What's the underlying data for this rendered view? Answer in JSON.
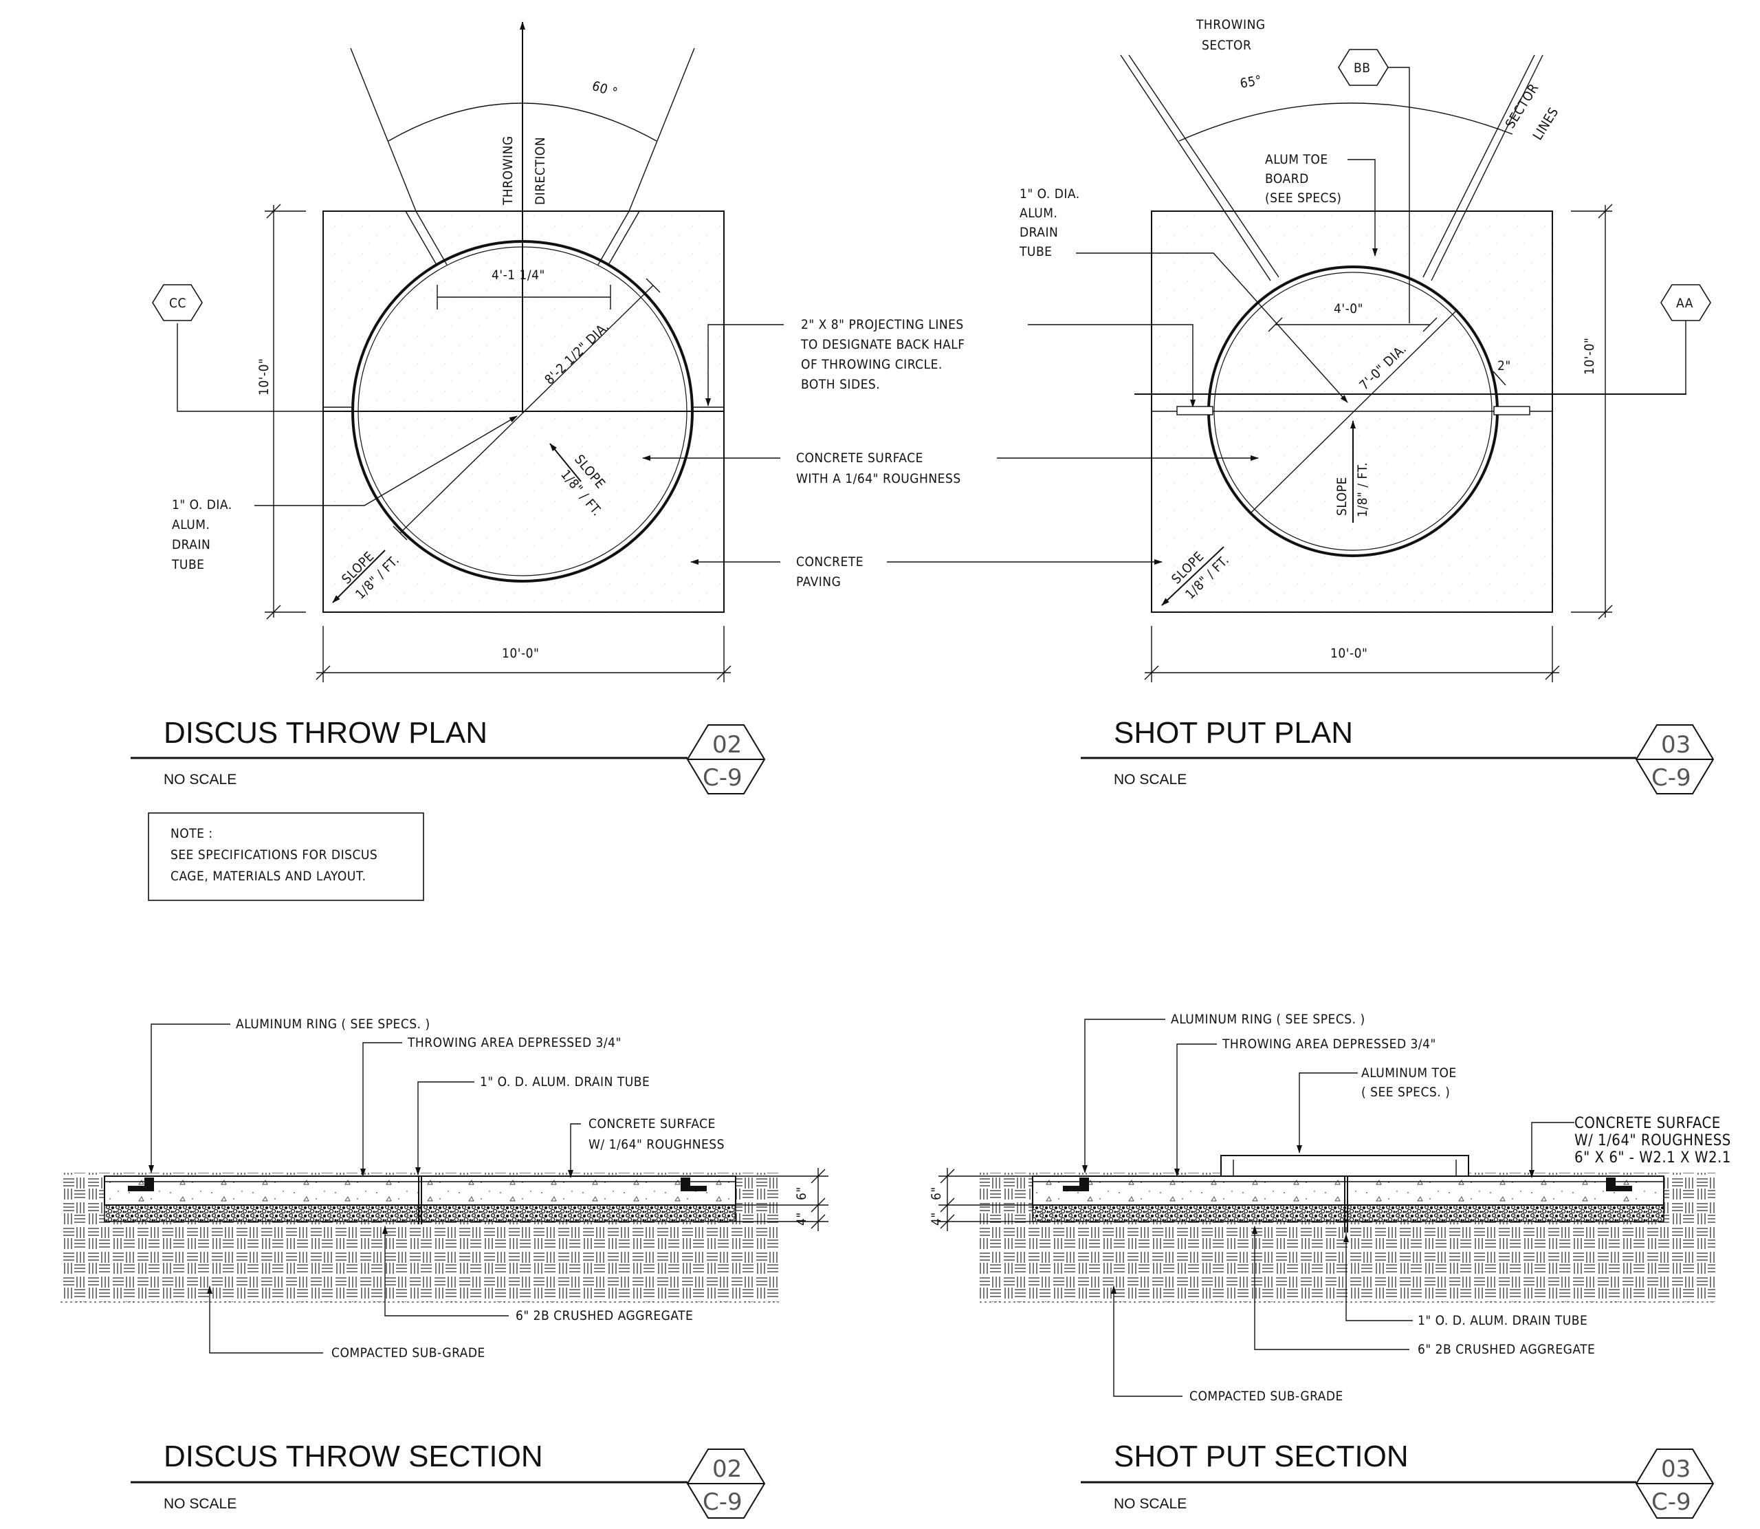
{
  "drawings": {
    "discus_plan": {
      "title": "DISCUS THROW PLAN",
      "scale": "NO SCALE",
      "detail_no": "02",
      "sheet_no": "C-9",
      "angle": "60 °",
      "dir_label_1": "THROWING",
      "dir_label_2": "DIRECTION",
      "width_dim": "4'-1 1/4\"",
      "dia_dim": "8'-2 1/2\" DIA.",
      "height_dim": "10'-0\"",
      "bottom_dim": "10'-0\"",
      "section_tag": "CC",
      "slope_a_1": "SLOPE",
      "slope_a_2": "1/8\" / FT.",
      "slope_b_1": "SLOPE",
      "slope_b_2": "1/8\" / FT.",
      "drain_1": "1\" O. DIA.",
      "drain_2": "ALUM.",
      "drain_3": "DRAIN",
      "drain_4": "TUBE"
    },
    "shared_callouts": {
      "proj_1": "2\" X 8\" PROJECTING LINES",
      "proj_2": "TO DESIGNATE BACK HALF",
      "proj_3": "OF THROWING CIRCLE.",
      "proj_4": "BOTH SIDES.",
      "surface_1": "CONCRETE SURFACE",
      "surface_2": "WITH A 1/64\" ROUGHNESS",
      "paving_1": "CONCRETE",
      "paving_2": "PAVING"
    },
    "shot_plan": {
      "title": "SHOT PUT PLAN",
      "scale": "NO SCALE",
      "detail_no": "03",
      "sheet_no": "C-9",
      "sector_1": "THROWING",
      "sector_2": "SECTOR",
      "angle": "65°",
      "section_tag_top": "BB",
      "sector_lines_1": "SECTOR",
      "sector_lines_2": "LINES",
      "toe_1": "ALUM TOE",
      "toe_2": "BOARD",
      "toe_3": "(SEE SPECS)",
      "drain_1": "1\" O. DIA.",
      "drain_2": "ALUM.",
      "drain_3": "DRAIN",
      "drain_4": "TUBE",
      "width_dim": "4'-0\"",
      "dia_dim": "7'-0\" DIA.",
      "rim_dim": "2\"",
      "section_tag_side": "AA",
      "height_dim": "10'-0\"",
      "bottom_dim": "10'-0\"",
      "slope_a_1": "SLOPE",
      "slope_a_2": "1/8\" / FT.",
      "slope_b_1": "SLOPE",
      "slope_b_2": "1/8\" / FT."
    },
    "note": {
      "heading": "NOTE :",
      "line_1": "SEE SPECIFICATIONS FOR DISCUS",
      "line_2": "CAGE, MATERIALS AND LAYOUT."
    },
    "discus_section": {
      "title": "DISCUS THROW SECTION",
      "scale": "NO SCALE",
      "detail_no": "02",
      "sheet_no": "C-9",
      "ring": "ALUMINUM RING ( SEE SPECS. )",
      "depressed": "THROWING AREA DEPRESSED 3/4\"",
      "drain": "1\" O. D. ALUM. DRAIN TUBE",
      "surface_1": "CONCRETE SURFACE",
      "surface_2": "W/ 1/64\" ROUGHNESS",
      "dim_top": "6\"",
      "dim_bottom": "4\"",
      "aggregate": "6\" 2B CRUSHED AGGREGATE",
      "subgrade": "COMPACTED SUB-GRADE"
    },
    "shot_section": {
      "title": "SHOT PUT SECTION",
      "scale": "NO SCALE",
      "detail_no": "03",
      "sheet_no": "C-9",
      "ring": "ALUMINUM RING ( SEE SPECS. )",
      "depressed": "THROWING AREA DEPRESSED 3/4\"",
      "toe_1": "ALUMINUM TOE",
      "toe_2": "( SEE SPECS. )",
      "surface_1": "CONCRETE SURFACE",
      "surface_2": "W/ 1/64\" ROUGHNESS",
      "surface_3": "6\" X 6\" - W2.1 X W2.1",
      "dim_top": "6\"",
      "dim_bottom": "4\"",
      "drain": "1\" O. D. ALUM. DRAIN TUBE",
      "aggregate": "6\" 2B CRUSHED AGGREGATE",
      "subgrade": "COMPACTED SUB-GRADE"
    }
  }
}
